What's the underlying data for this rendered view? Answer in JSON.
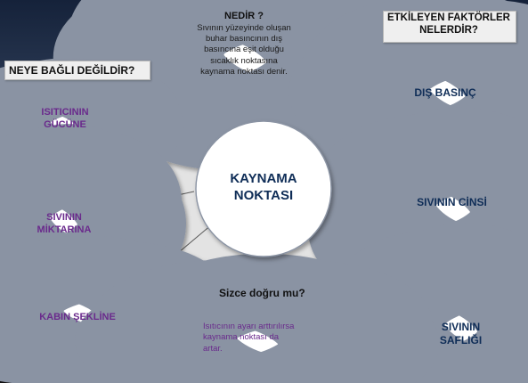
{
  "center": {
    "line1": "KAYNAMA",
    "line2": "NOKTASI"
  },
  "definition": {
    "title": "NEDİR ?",
    "lines": [
      "Sıvının yüzeyinde oluşan",
      "buhar basıncının dış",
      "basıncına eşit olduğu",
      "sıcaklık noktasına",
      "kaynama noktası denir."
    ]
  },
  "left_header": "NEYE BAĞLI DEĞİLDİR?",
  "right_header": {
    "line1": "ETKİLEYEN FAKTÖRLER",
    "line2": "NELERDİR?"
  },
  "left_items": [
    {
      "line1": "ISITICININ",
      "line2": "GÜCÜNE"
    },
    {
      "line1": "SIVININ",
      "line2": "MİKTARINA"
    },
    {
      "line1": "KABIN ŞEKLİNE",
      "line2": ""
    }
  ],
  "right_items": [
    {
      "line1": "DIŞ BASINÇ",
      "line2": ""
    },
    {
      "line1": "SIVININ CİNSİ",
      "line2": ""
    },
    {
      "line1": "SIVININ",
      "line2": "SAFLIĞI"
    }
  ],
  "question": {
    "title": "Sizce doğru mu?",
    "lines": [
      "Isıtıcının ayarı arttırılırsa",
      "kaynama noktası da",
      "artar."
    ]
  },
  "colors": {
    "sky": "#1d2c45",
    "cloud_fill": "#ffffff",
    "cloud_stroke": "#8a93a3",
    "arrow": "#5a5a5a",
    "purple_text": "#6a2a8c",
    "navy_text": "#0f2d57"
  }
}
